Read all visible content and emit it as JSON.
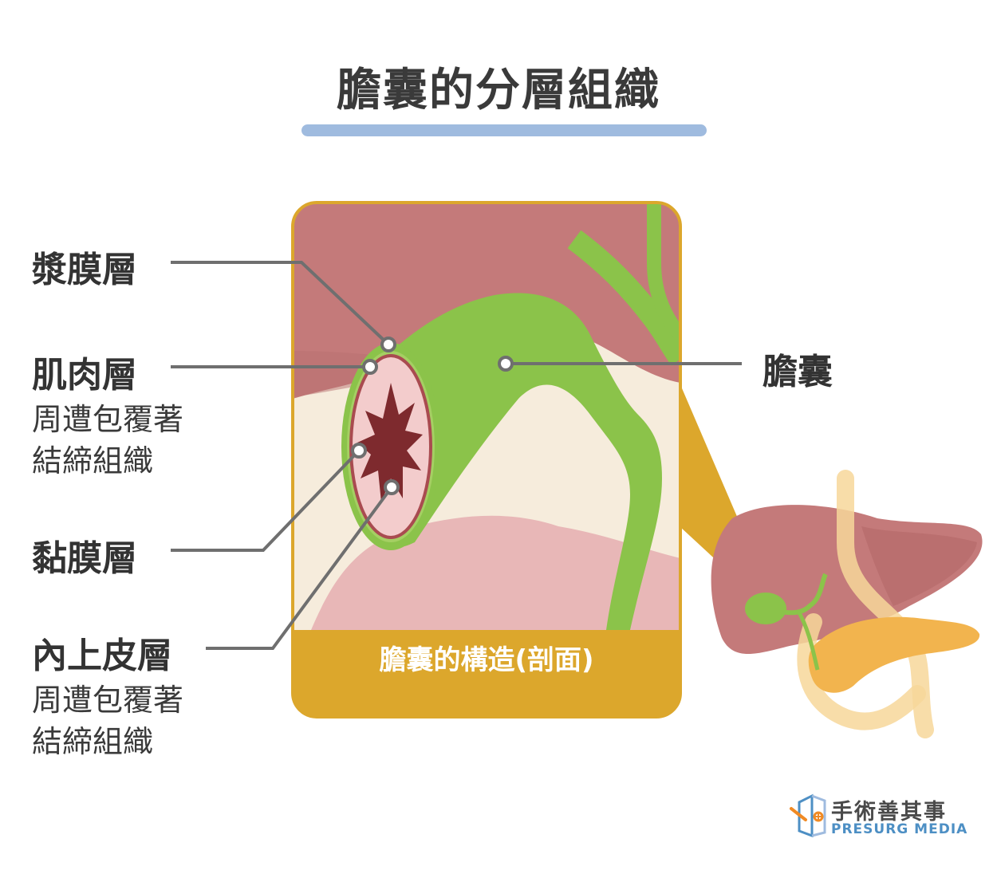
{
  "title": "膽囊的分層組織",
  "labels": {
    "serosa": "漿膜層",
    "muscle": "肌肉層",
    "muscle_sub_1": "周遭包覆著",
    "muscle_sub_2": "結締組織",
    "mucosa": "黏膜層",
    "epithelium": "內上皮層",
    "epithelium_sub_1": "周遭包覆著",
    "epithelium_sub_2": "結締組織",
    "gallbladder": "膽囊"
  },
  "caption": "膽囊的構造(剖面)",
  "brand": {
    "name_cn": "手術善其事",
    "name_en": "PRESURG MEDIA"
  },
  "colors": {
    "title_underline": "#9fbbdf",
    "frame": "#dca72c",
    "liver": "#c47a7a",
    "gallbladder": "#8bc34a",
    "mucosa_fill": "#f3cccc",
    "lumen": "#7e2a2e",
    "pancreas": "#f2b44e",
    "leader_lines": "#6f6f6f"
  }
}
